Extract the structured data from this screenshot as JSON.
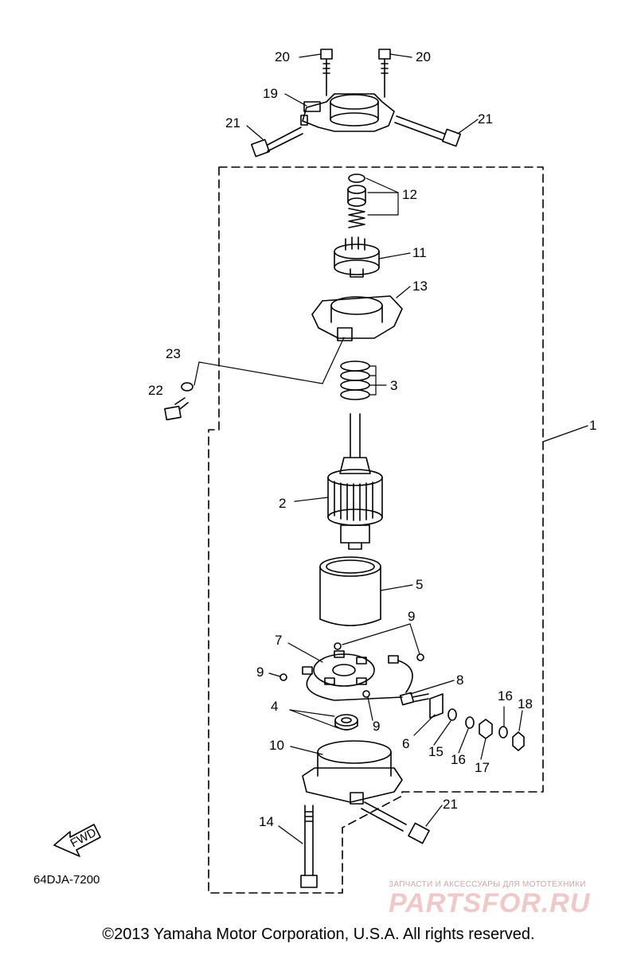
{
  "diagram": {
    "drawing_code": "64DJA-7200",
    "fwd_label": "FWD",
    "callouts": {
      "c1": "1",
      "c2": "2",
      "c3": "3",
      "c4": "4",
      "c5": "5",
      "c6": "6",
      "c7": "7",
      "c8": "8",
      "c9a": "9",
      "c9b": "9",
      "c9c": "9",
      "c10": "10",
      "c11": "11",
      "c12": "12",
      "c13": "13",
      "c14": "14",
      "c15": "15",
      "c16a": "16",
      "c16b": "16",
      "c17": "17",
      "c18": "18",
      "c19": "19",
      "c20a": "20",
      "c20b": "20",
      "c21a": "21",
      "c21b": "21",
      "c21c": "21",
      "c22": "22",
      "c23": "23"
    }
  },
  "watermark": {
    "tagline": "ЗАПЧАСТИ И АКСЕССУАРЫ ДЛЯ МОТОТЕХНИКИ",
    "brand": "PARTSFOR.RU"
  },
  "footer": {
    "copyright": "©2013 Yamaha Motor Corporation, U.S.A. All rights reserved."
  }
}
